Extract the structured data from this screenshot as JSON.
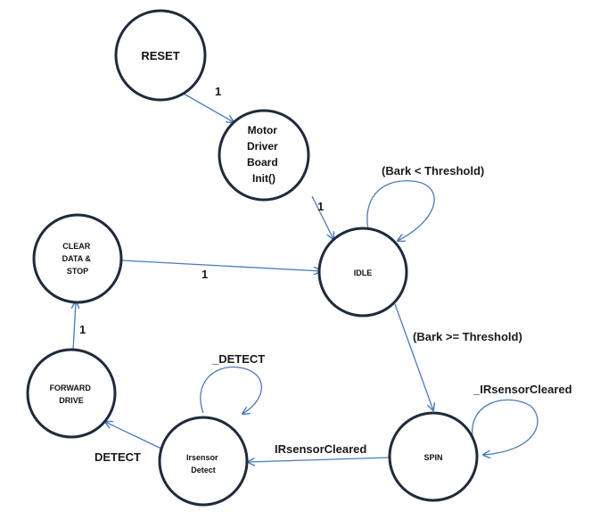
{
  "diagram": {
    "states": {
      "reset": {
        "lines": [
          "RESET"
        ]
      },
      "motor_init": {
        "lines": [
          "Motor",
          "Driver",
          "Board",
          "Init()"
        ]
      },
      "idle": {
        "lines": [
          "IDLE"
        ]
      },
      "clear_stop": {
        "lines": [
          "CLEAR",
          "DATA &",
          "STOP"
        ]
      },
      "forward_drive": {
        "lines": [
          "FORWARD",
          "DRIVE"
        ]
      },
      "irsensor_detect": {
        "lines": [
          "Irsensor",
          "Detect"
        ]
      },
      "spin": {
        "lines": [
          "SPIN"
        ]
      }
    },
    "transitions": {
      "reset_to_init": "1",
      "init_to_idle": "1",
      "idle_self": "(Bark < Threshold)",
      "clear_to_idle": "1",
      "idle_to_spin": "(Bark >= Threshold)",
      "spin_self": "_IRsensorCleared",
      "spin_to_detect": "IRsensorCleared",
      "detect_self": "_DETECT",
      "detect_to_forward": "DETECT",
      "forward_to_clear": "1"
    },
    "colors": {
      "node_stroke": "#1f2a3c",
      "edge": "#4a7ab8",
      "text": "#111111"
    }
  }
}
